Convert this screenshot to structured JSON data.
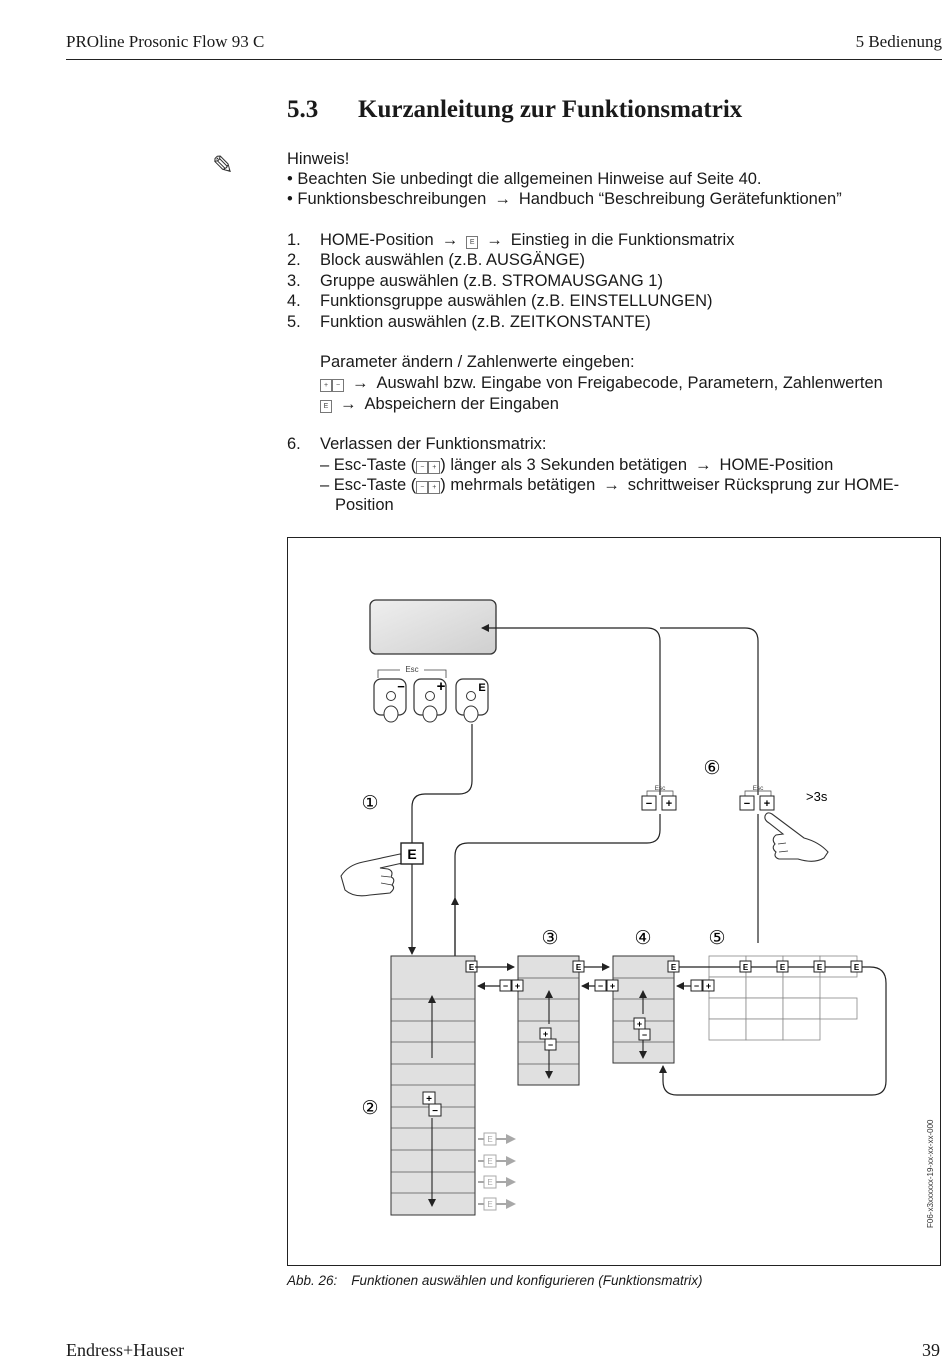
{
  "header": {
    "left": "PROline Prosonic Flow 93 C",
    "right": "5  Bedienung"
  },
  "section": {
    "number": "5.3",
    "title": "Kurzanleitung zur Funktionsmatrix"
  },
  "note": {
    "heading": "Hinweis!",
    "bullet1": "• Beachten Sie unbedingt die allgemeinen Hinweise auf Seite 40.",
    "bullet2_a": "• Funktionsbeschreibungen",
    "bullet2_b": "Handbuch “Beschreibung Gerätefunktionen”"
  },
  "steps": {
    "s1_num": "1.",
    "s1_a": "HOME-Position",
    "s1_b": "Einstieg in die Funktionsmatrix",
    "s2_num": "2.",
    "s2": "Block auswählen (z.B. AUSGÄNGE)",
    "s3_num": "3.",
    "s3": "Gruppe auswählen (z.B. STROMAUSGANG 1)",
    "s4_num": "4.",
    "s4": "Funktionsgruppe auswählen (z.B. EINSTELLUNGEN)",
    "s5_num": "5.",
    "s5": "Funktion auswählen (z.B. ZEITKONSTANTE)",
    "param_heading": "Parameter ändern / Zahlenwerte eingeben:",
    "param1": "Auswahl bzw. Eingabe von Freigabecode, Parametern, Zahlenwerten",
    "param2": "Abspeichern der Eingaben",
    "s6_num": "6.",
    "s6": "Verlassen der Funktionsmatrix:",
    "s6_a1": "– Esc-Taste (",
    "s6_a2": ") länger als 3 Sekunden betätigen",
    "s6_a3": "HOME-Position",
    "s6_b1": "– Esc-Taste (",
    "s6_b2": ") mehrmals betätigen",
    "s6_b3": "schrittweiser Rücksprung zur HOME-",
    "s6_b4": "Position"
  },
  "arrow": "→",
  "keys": {
    "e": "E",
    "plus": "+",
    "minus": "−",
    "esc": "Esc"
  },
  "figure": {
    "label_1": "①",
    "label_2": "②",
    "label_3": "③",
    "label_4": "④",
    "label_5": "⑤",
    "label_6": "⑥",
    "hold_time": ">3s",
    "code": "F06-x3xxxxxx-19-xx-xx-xx-000"
  },
  "caption": {
    "label": "Abb. 26:",
    "text": "Funktionen auswählen und konfigurieren (Funktionsmatrix)"
  },
  "footer": {
    "left": "Endress+Hauser",
    "right": "39"
  },
  "colors": {
    "block_fill": "#e0e0e0",
    "display_fill": "#dedede",
    "line": "#222222",
    "gray_arrow": "#a8a8a8"
  }
}
